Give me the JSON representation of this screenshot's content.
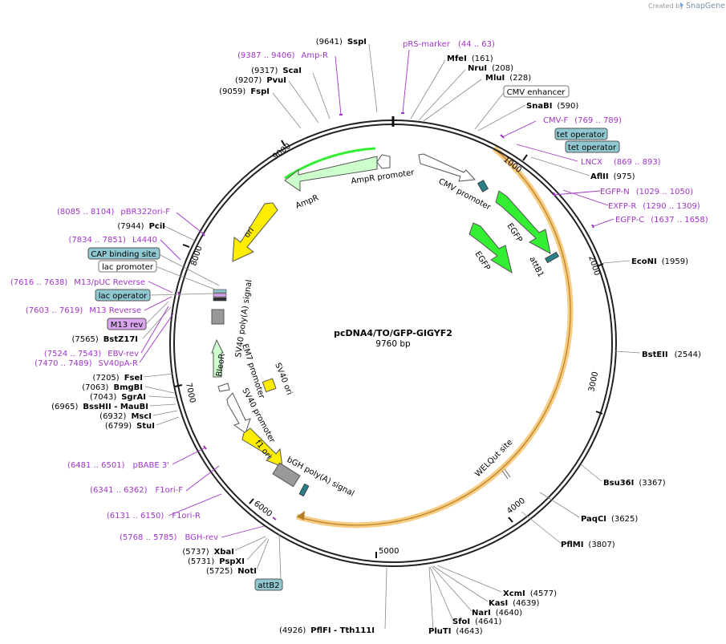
{
  "credit": {
    "created_by": "Created by",
    "brand": "SnapGene"
  },
  "plasmid": {
    "name": "pcDNA4/TO/GFP-GIGYF2",
    "size": "9760 bp"
  },
  "ticks": [
    "1000",
    "2000",
    "3000",
    "4000",
    "5000",
    "6000",
    "7000",
    "8000",
    "9000"
  ],
  "sites": [
    {
      "name": "SspI",
      "pos": "(9641)"
    },
    {
      "name": "ScaI",
      "pos": "(9317)"
    },
    {
      "name": "PvuI",
      "pos": "(9207)"
    },
    {
      "name": "FspI",
      "pos": "(9059)"
    },
    {
      "name": "MfeI",
      "pos": "(161)"
    },
    {
      "name": "NruI",
      "pos": "(208)"
    },
    {
      "name": "MluI",
      "pos": "(228)"
    },
    {
      "name": "SnaBI",
      "pos": "(590)"
    },
    {
      "name": "AflII",
      "pos": "(975)"
    },
    {
      "name": "EcoNI",
      "pos": "(1959)"
    },
    {
      "name": "BstEII",
      "pos": "(2544)"
    },
    {
      "name": "Bsu36I",
      "pos": "(3367)"
    },
    {
      "name": "PaqCI",
      "pos": "(3625)"
    },
    {
      "name": "PflMI",
      "pos": "(3807)"
    },
    {
      "name": "XcmI",
      "pos": "(4577)"
    },
    {
      "name": "KasI",
      "pos": "(4639)"
    },
    {
      "name": "NarI",
      "pos": "(4640)"
    },
    {
      "name": "SfoI",
      "pos": "(4641)"
    },
    {
      "name": "PluTI",
      "pos": "(4643)"
    },
    {
      "name": "PflFI - Tth111I",
      "pos": "(4926)"
    },
    {
      "name": "NotI",
      "pos": "(5725)"
    },
    {
      "name": "PspXI",
      "pos": "(5731)"
    },
    {
      "name": "XbaI",
      "pos": "(5737)"
    },
    {
      "name": "StuI",
      "pos": "(6799)"
    },
    {
      "name": "MscI",
      "pos": "(6932)"
    },
    {
      "name": "BssHII - MauBI",
      "pos": "(6965)"
    },
    {
      "name": "SgrAI",
      "pos": "(7043)"
    },
    {
      "name": "BmgBI",
      "pos": "(7063)"
    },
    {
      "name": "FseI",
      "pos": "(7205)"
    },
    {
      "name": "BstZ17I",
      "pos": "(7565)"
    },
    {
      "name": "PciI",
      "pos": "(7944)"
    }
  ],
  "primers": [
    {
      "name": "Amp-R",
      "range": "(9387 .. 9406)"
    },
    {
      "name": "pRS-marker",
      "range": "(44 .. 63)"
    },
    {
      "name": "CMV-F",
      "range": "(769 .. 789)"
    },
    {
      "name": "LNCX",
      "range": "(869 .. 893)"
    },
    {
      "name": "EGFP-N",
      "range": "(1029 .. 1050)"
    },
    {
      "name": "EXFP-R",
      "range": "(1290 .. 1309)"
    },
    {
      "name": "EGFP-C",
      "range": "(1637 .. 1658)"
    },
    {
      "name": "pBR322ori-F",
      "range": "(8085 .. 8104)"
    },
    {
      "name": "L4440",
      "range": "(7834 .. 7851)"
    },
    {
      "name": "M13/pUC Reverse",
      "range": "(7616 .. 7638)"
    },
    {
      "name": "M13 Reverse",
      "range": "(7603 .. 7619)"
    },
    {
      "name": "EBV-rev",
      "range": "(7524 .. 7543)"
    },
    {
      "name": "SV40pA-R",
      "range": "(7470 .. 7489)"
    },
    {
      "name": "pBABE 3'",
      "range": "(6481 .. 6501)"
    },
    {
      "name": "F1ori-F",
      "range": "(6341 .. 6362)"
    },
    {
      "name": "F1ori-R",
      "range": "(6131 .. 6150)"
    },
    {
      "name": "BGH-rev",
      "range": "(5768 .. 5785)"
    }
  ],
  "boxed_labels": [
    {
      "name": "CMV enhancer",
      "style": "white"
    },
    {
      "name": "tet operator",
      "style": "teal"
    },
    {
      "name": "tet operator",
      "style": "teal"
    },
    {
      "name": "CAP binding site",
      "style": "teal"
    },
    {
      "name": "lac promoter",
      "style": "white"
    },
    {
      "name": "lac operator",
      "style": "teal"
    },
    {
      "name": "M13 rev",
      "style": "purple"
    },
    {
      "name": "attB2",
      "style": "teal"
    }
  ],
  "features": [
    {
      "name": "AmpR promoter"
    },
    {
      "name": "AmpR"
    },
    {
      "name": "CMV promoter"
    },
    {
      "name": "EGFP"
    },
    {
      "name": "EGFP"
    },
    {
      "name": "attB1"
    },
    {
      "name": "ori"
    },
    {
      "name": "SV40 poly(A) signal"
    },
    {
      "name": "BleoR"
    },
    {
      "name": "EM7 promoter"
    },
    {
      "name": "SV40 ori"
    },
    {
      "name": "SV40 promoter"
    },
    {
      "name": "f1 ori"
    },
    {
      "name": "bGH poly(A) signal"
    },
    {
      "name": "WELQut site"
    }
  ],
  "colors": {
    "green_feature": "#33ee33",
    "light_green": "#ccffcc",
    "yellow_feature": "#ffee00",
    "gray_feature": "#999999",
    "primer": "#a035c8",
    "teal_box": "#8fc8d0",
    "purple_box": "#d9a5ee",
    "orange_highlight": "#f6c26a",
    "backbone": "#222222"
  }
}
